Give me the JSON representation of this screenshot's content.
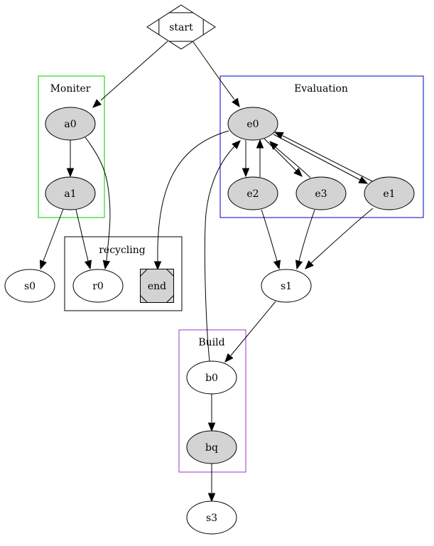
{
  "graph": {
    "clusters": [
      {
        "id": "moniter",
        "label": "Moniter",
        "color": "#00cc00"
      },
      {
        "id": "evaluation",
        "label": "Evaluation",
        "color": "#0000cc"
      },
      {
        "id": "recycling",
        "label": "recycling",
        "color": "#000000"
      },
      {
        "id": "build",
        "label": "Build",
        "color": "#9933cc"
      }
    ],
    "nodes": [
      {
        "id": "start",
        "label": "start",
        "shape": "Mdiamond",
        "fill": "#ffffff"
      },
      {
        "id": "a0",
        "label": "a0",
        "shape": "ellipse",
        "fill": "#d3d3d3",
        "cluster": "moniter"
      },
      {
        "id": "a1",
        "label": "a1",
        "shape": "ellipse",
        "fill": "#d3d3d3",
        "cluster": "moniter"
      },
      {
        "id": "e0",
        "label": "e0",
        "shape": "ellipse",
        "fill": "#d3d3d3",
        "cluster": "evaluation"
      },
      {
        "id": "e2",
        "label": "e2",
        "shape": "ellipse",
        "fill": "#d3d3d3",
        "cluster": "evaluation"
      },
      {
        "id": "e3",
        "label": "e3",
        "shape": "ellipse",
        "fill": "#d3d3d3",
        "cluster": "evaluation"
      },
      {
        "id": "e1",
        "label": "e1",
        "shape": "ellipse",
        "fill": "#d3d3d3",
        "cluster": "evaluation"
      },
      {
        "id": "s0",
        "label": "s0",
        "shape": "ellipse",
        "fill": "#ffffff"
      },
      {
        "id": "r0",
        "label": "r0",
        "shape": "ellipse",
        "fill": "#ffffff",
        "cluster": "recycling"
      },
      {
        "id": "end",
        "label": "end",
        "shape": "Msquare",
        "fill": "#d3d3d3",
        "cluster": "recycling"
      },
      {
        "id": "s1",
        "label": "s1",
        "shape": "ellipse",
        "fill": "#ffffff"
      },
      {
        "id": "b0",
        "label": "b0",
        "shape": "ellipse",
        "fill": "#ffffff",
        "cluster": "build"
      },
      {
        "id": "bq",
        "label": "bq",
        "shape": "ellipse",
        "fill": "#d3d3d3",
        "cluster": "build"
      },
      {
        "id": "s3",
        "label": "s3",
        "shape": "ellipse",
        "fill": "#ffffff"
      }
    ],
    "edges": [
      {
        "from": "start",
        "to": "a0"
      },
      {
        "from": "start",
        "to": "e0"
      },
      {
        "from": "a0",
        "to": "a1"
      },
      {
        "from": "a0",
        "to": "r0"
      },
      {
        "from": "a1",
        "to": "s0"
      },
      {
        "from": "a1",
        "to": "r0"
      },
      {
        "from": "e0",
        "to": "e2"
      },
      {
        "from": "e2",
        "to": "e0"
      },
      {
        "from": "e0",
        "to": "e3"
      },
      {
        "from": "e3",
        "to": "e0"
      },
      {
        "from": "e0",
        "to": "e1"
      },
      {
        "from": "e1",
        "to": "e0"
      },
      {
        "from": "e0",
        "to": "end"
      },
      {
        "from": "e2",
        "to": "s1"
      },
      {
        "from": "e3",
        "to": "s1"
      },
      {
        "from": "e1",
        "to": "s1"
      },
      {
        "from": "s1",
        "to": "b0"
      },
      {
        "from": "b0",
        "to": "e0"
      },
      {
        "from": "b0",
        "to": "bq"
      },
      {
        "from": "bq",
        "to": "s3"
      }
    ]
  }
}
